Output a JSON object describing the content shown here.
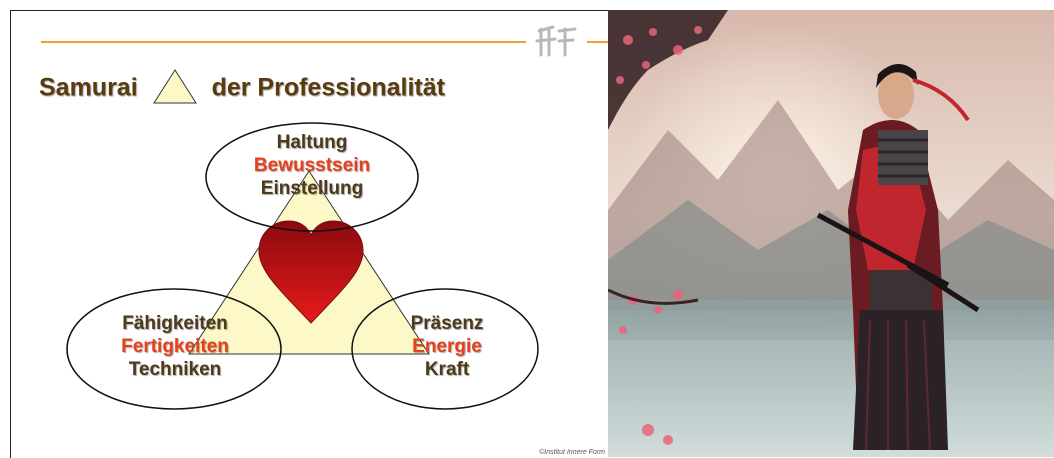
{
  "slide": {
    "title_left": "Samurai",
    "title_right": "der Professionalität",
    "copyright": "©Institut Innere Form"
  },
  "diagram": {
    "top": {
      "line1": "Haltung",
      "line2": "Bewusstsein",
      "line3": "Einstellung"
    },
    "left": {
      "line1": "Fähigkeiten",
      "line2": "Fertigkeiten",
      "line3": "Techniken"
    },
    "right": {
      "line1": "Präsenz",
      "line2": "Energie",
      "line3": "Kraft"
    }
  },
  "colors": {
    "title_text": "#5a3b0e",
    "highlight_red": "#e8401a",
    "triangle_fill": "#fdf8c8",
    "heart": "#c8101a",
    "accent_line": "#f0a030"
  }
}
